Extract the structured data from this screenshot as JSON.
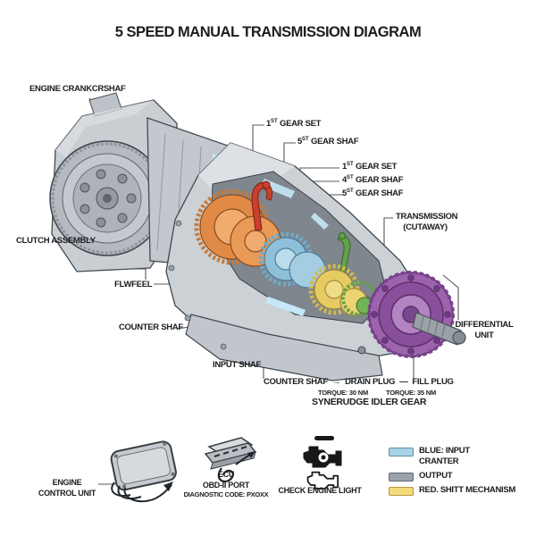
{
  "title": "5 SPEED MANUAL TRANSMISSION DIAGRAM",
  "callouts": {
    "engine_crankshaft": "ENGINE CRANKCRSHAF",
    "gear_set_top": {
      "num": "1",
      "sup": "ST",
      "rest": " GEAR SET"
    },
    "gear_shaft_5a": {
      "num": "5",
      "sup": "ST",
      "rest": " GEAR SHAF"
    },
    "gear_set_mid": {
      "num": "1",
      "sup": "ST",
      "rest": " GEAR SET"
    },
    "gear_shaft_4": {
      "num": "4",
      "sup": "ST",
      "rest": " GEAR SHAF"
    },
    "gear_shaft_5b": {
      "num": "5",
      "sup": "ST",
      "rest": " GEAR SHAF"
    },
    "transmission": {
      "line1": "TRANSMISSION",
      "line2": "(CUTAWAY)"
    },
    "clutch_assembly": "CLUTCH ASSEMBLY",
    "flywheel": "FLWFEEL",
    "counter_shaft": "COUNTER SHAF",
    "input_shaft": "INPUT SHAF",
    "differential": {
      "line1": "DIFFERENTIAL",
      "line2": "UNIT"
    },
    "bottom_chain": {
      "counter_shaft": "COUNTER SHAF",
      "arrow": "→",
      "drain_plug": "DRAIN PLUG",
      "dash": "—",
      "fill_plug": "FILL PLUG"
    },
    "torque_drain": "TORQUE: 30 NM",
    "torque_fill": "TORQUE: 35 NM",
    "synchro_idler": "SYNERUDGE IDLER GEAR"
  },
  "footer": {
    "ecu_label": {
      "line1": "ENGINE",
      "line2": "CONTROL UNIT"
    },
    "obd_label": {
      "line1": "ECU",
      "line2": "OBD-II PORT",
      "line3": "DIAGNOSTIC CODE: PXOXX"
    },
    "check_engine_label": "CHECK ENGINE LIGHT",
    "legend": [
      {
        "color": "#a9d3e5",
        "line1": "BLUE: INPUT",
        "line2": "CRANTER"
      },
      {
        "color": "#9aa3ab",
        "line1": "OUTPUT",
        "line2": ""
      },
      {
        "color": "#f1da7a",
        "line1": "RED. SHITT MECHANISM",
        "line2": ""
      }
    ]
  },
  "colors": {
    "gear_orange": "#e08a46",
    "gear_blue": "#8fc0da",
    "gear_yellow": "#e6cb63",
    "gear_green": "#61a347",
    "shift_fork_red": "#c9402f",
    "differential_purple": "#9d64ad",
    "case_gray": "#ccd1d6",
    "highlight_cyan": "#c5e8f7"
  }
}
